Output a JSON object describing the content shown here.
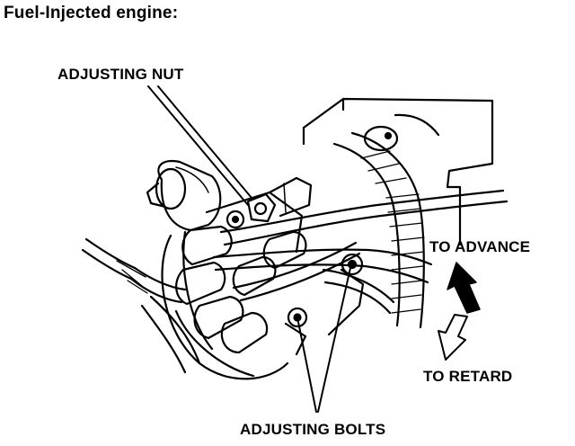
{
  "title": "Fuel-Injected engine:",
  "labels": {
    "adjusting_nut": "ADJUSTING NUT",
    "to_advance": "TO ADVANCE",
    "to_retard": "TO RETARD",
    "adjusting_bolts": "ADJUSTING BOLTS"
  },
  "colors": {
    "ink": "#000000",
    "paper": "#ffffff"
  }
}
